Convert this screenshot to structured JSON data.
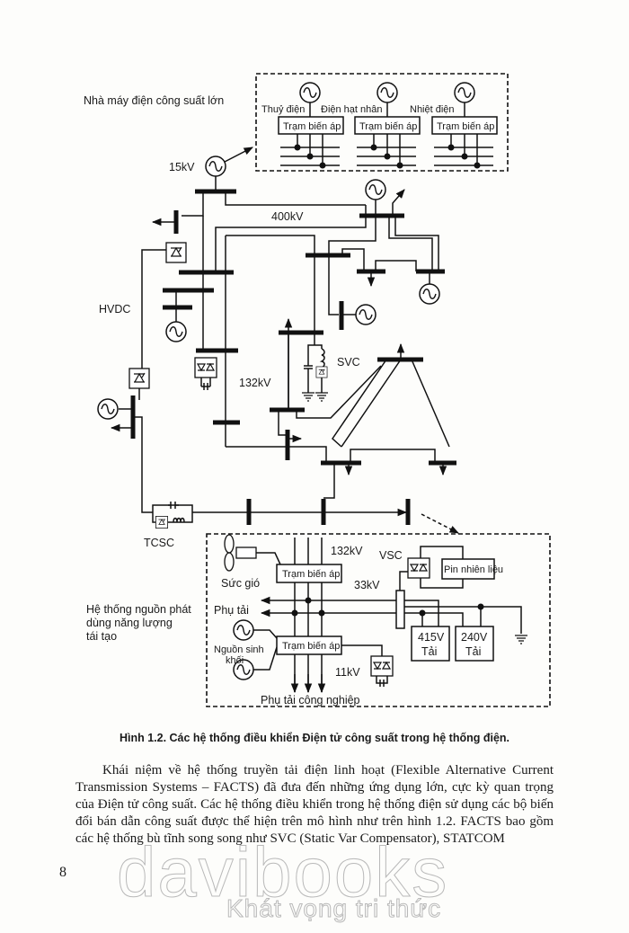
{
  "diagram": {
    "large_plant_label": "Nhà máy điện công suất lớn",
    "plants": [
      {
        "type": "Thuỷ điện",
        "substation": "Trạm biến áp"
      },
      {
        "type": "Điện hạt nhân",
        "substation": "Trạm biến áp"
      },
      {
        "type": "Nhiệt điện",
        "substation": "Trạm biến áp"
      }
    ],
    "voltage_15kv": "15kV",
    "voltage_400kv": "400kV",
    "voltage_132kv": "132kV",
    "hvdc_label": "HVDC",
    "svc_label": "SVC",
    "tcsc_label": "TCSC",
    "renewable": {
      "group_label_lines": [
        "Hệ thống nguồn phát",
        "dùng năng lượng",
        "tái tạo"
      ],
      "wind_label": "Sức gió",
      "load_label": "Phụ tải",
      "biomass_label_lines": [
        "Nguồn sinh",
        "khối"
      ],
      "substation_top": "Trạm biến áp",
      "substation_bottom": "Trạm biến áp",
      "voltage_132kv": "132kV",
      "voltage_33kv": "33kV",
      "voltage_11kv": "11kV",
      "vsc_label": "VSC",
      "fuel_cell_label": "Pin nhiên liệu",
      "load_415_lines": [
        "415V",
        "Tải"
      ],
      "load_240_lines": [
        "240V",
        "Tải"
      ],
      "industrial_load_label": "Phụ tải công nghiệp"
    }
  },
  "caption": "Hình 1.2. Các hệ thống điều khiển Điện tử công suất trong hệ thống điện.",
  "paragraph": "Khái niệm về hệ thống truyền tải điện linh hoạt (Flexible Alternative Current Transmission Systems – FACTS) đã đưa đến những ứng dụng lớn, cực kỳ quan trọng của Điện tử công suất. Các hệ thống điều khiển trong hệ thống điện sử dụng các bộ biến đổi bán dẫn công suất được thể hiện trên mô hình như trên hình 1.2. FACTS bao gồm các hệ thống bù tĩnh song song như SVC (Static Var Compensator), STATCOM",
  "page_number": "8",
  "watermark": {
    "brand": "davibooks",
    "slogan": "Khát vọng tri thức"
  }
}
